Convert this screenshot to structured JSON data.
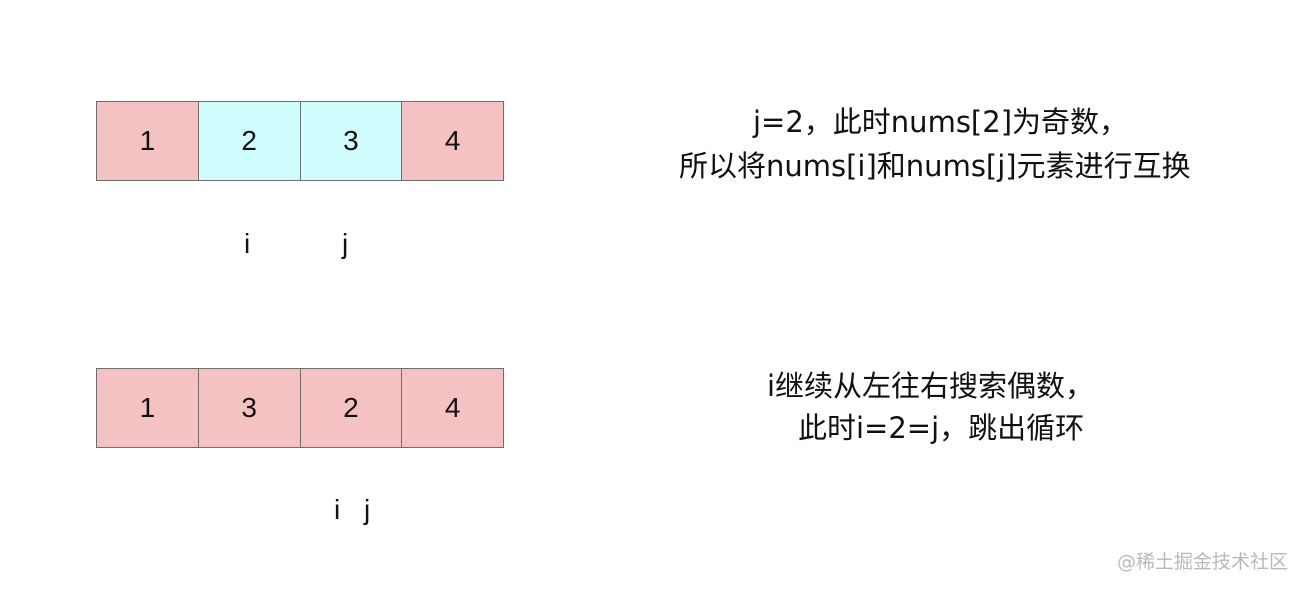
{
  "colors": {
    "default_cell": "#f4c2c3",
    "highlight_cell": "#cffcfd",
    "border": "#6f6f6f"
  },
  "step1": {
    "cells": [
      {
        "value": "1",
        "highlight": false
      },
      {
        "value": "2",
        "highlight": true
      },
      {
        "value": "3",
        "highlight": true
      },
      {
        "value": "4",
        "highlight": false
      }
    ],
    "pointer_i": "i",
    "pointer_j": "j",
    "caption_line1": "j=2，此时nums[2]为奇数，",
    "caption_line2": "所以将nums[i]和nums[j]元素进行互换"
  },
  "step2": {
    "cells": [
      {
        "value": "1",
        "highlight": false
      },
      {
        "value": "3",
        "highlight": false
      },
      {
        "value": "2",
        "highlight": false
      },
      {
        "value": "4",
        "highlight": false
      }
    ],
    "pointer_i": "i",
    "pointer_j": "j",
    "caption_line1": "i继续从左往右搜索偶数，",
    "caption_line2": "此时i=2=j，跳出循环"
  },
  "watermark": "@稀土掘金技术社区"
}
